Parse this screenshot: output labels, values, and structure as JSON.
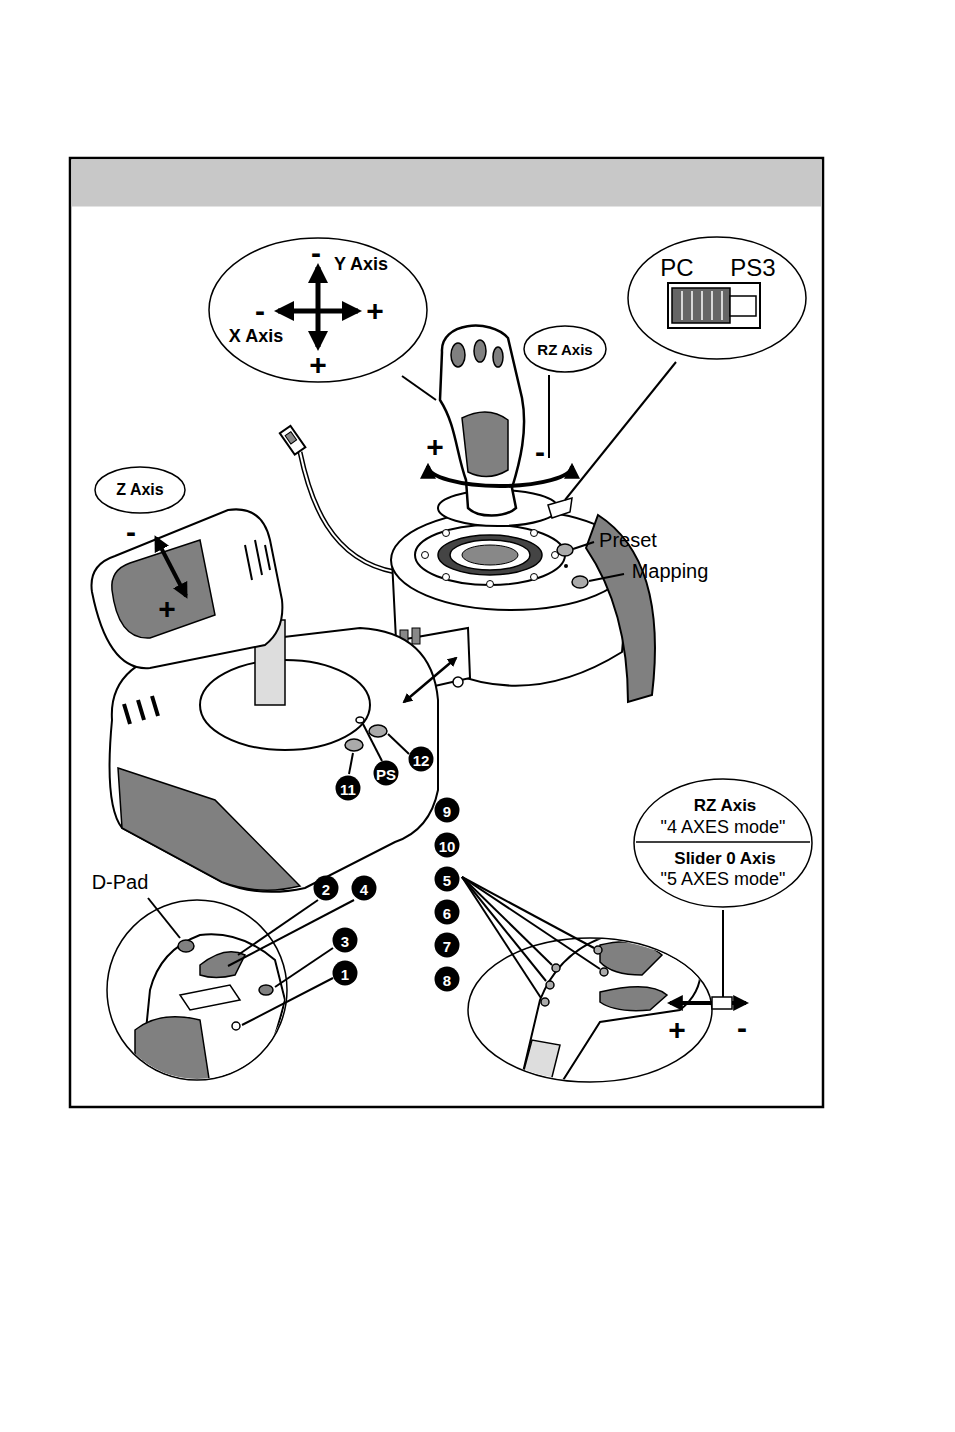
{
  "diagram": {
    "nodes": [
      {
        "text": [
          "-",
          "Y Axis",
          "-",
          "+",
          "X Axis",
          "+"
        ]
      },
      {
        "text": [
          "RZ Axis"
        ]
      },
      {
        "text": [
          "PC",
          "PS3"
        ]
      },
      {
        "text": [
          "Z Axis"
        ]
      },
      {
        "text": [
          "11"
        ]
      },
      {
        "text": [
          "PS"
        ]
      },
      {
        "text": [
          "12"
        ]
      },
      {
        "text": [
          "9"
        ]
      },
      {
        "text": [
          "10"
        ]
      },
      {
        "text": [
          "5"
        ]
      },
      {
        "text": [
          "6"
        ]
      },
      {
        "text": [
          "7"
        ]
      },
      {
        "text": [
          "8"
        ]
      },
      {
        "text": [
          "RZ Axis",
          "\"4 AXES mode\"",
          "Slider 0 Axis",
          "\"5 AXES mode\""
        ]
      },
      {
        "text": [
          "2"
        ]
      },
      {
        "text": [
          "4"
        ]
      },
      {
        "text": [
          "3"
        ]
      },
      {
        "text": [
          "1"
        ]
      }
    ],
    "labels": [
      "+",
      "-",
      "Preset",
      "Mapping",
      "-",
      "+",
      "D-Pad",
      "+",
      "-"
    ]
  }
}
